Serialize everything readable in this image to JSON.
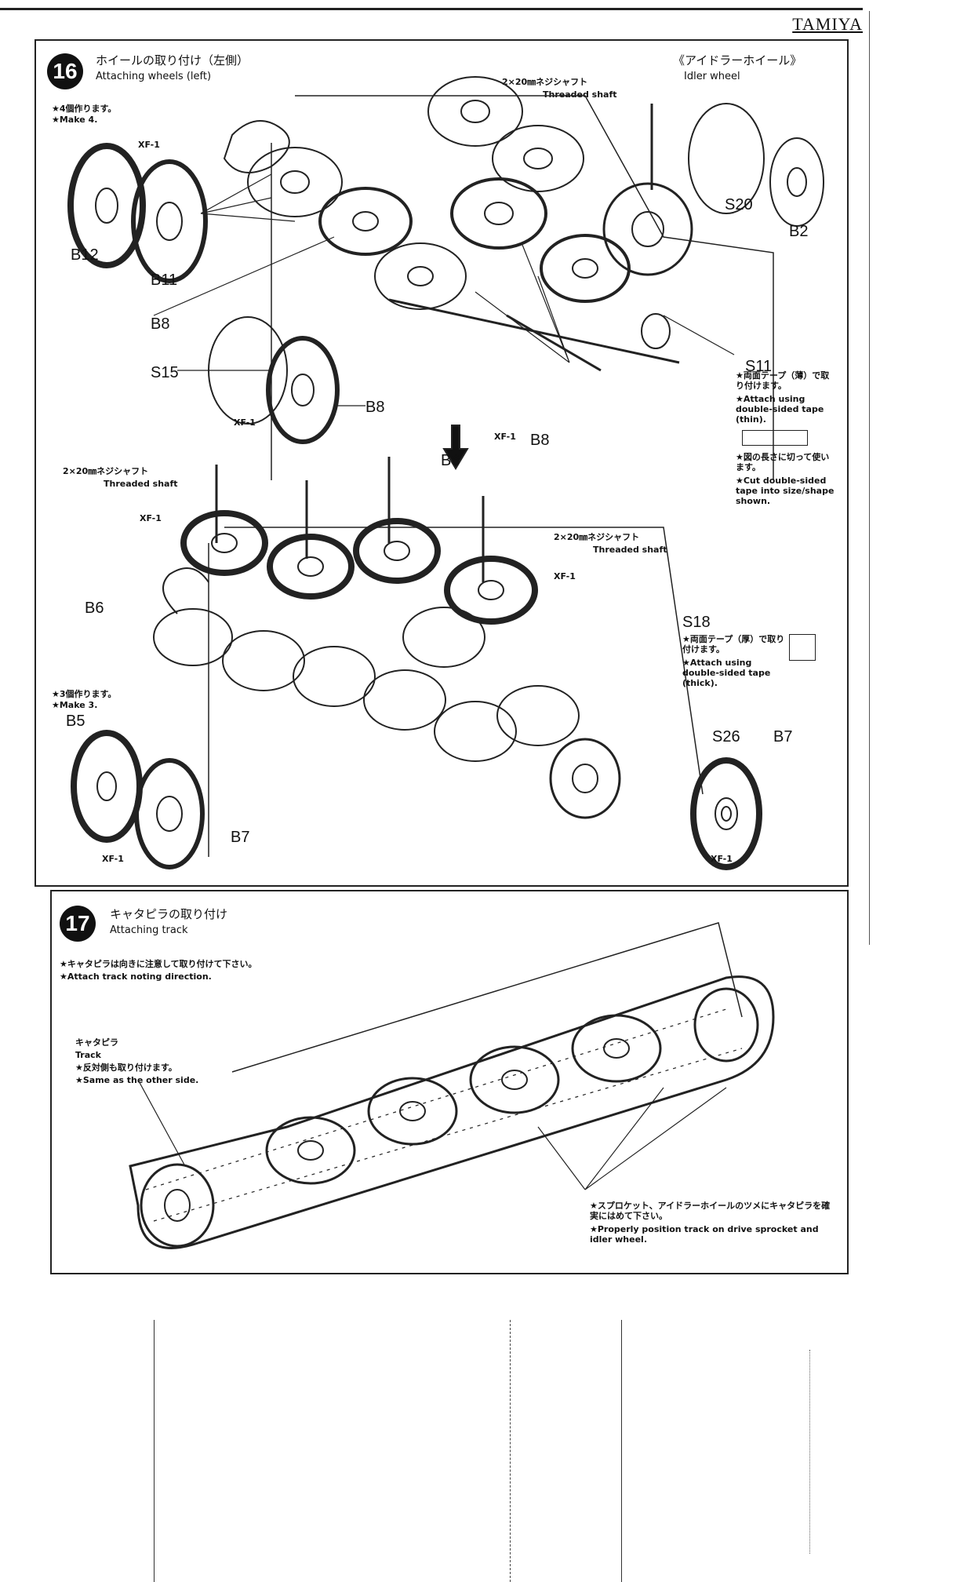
{
  "header": {
    "brand": "TAMIYA"
  },
  "step16": {
    "number": "16",
    "title_jp": "ホイールの取り付け（左側）",
    "title_en": "Attaching wheels (left)",
    "make4_jp": "★4個作ります。",
    "make4_en": "★Make 4.",
    "make3_jp": "★3個作ります。",
    "make3_en": "★Make 3.",
    "shaft_jp": "2×20㎜ネジシャフト",
    "shaft_en": "Threaded shaft",
    "idler_jp": "《アイドラーホイール》",
    "idler_en": "Idler wheel",
    "tape_thin_jp": "★両面テープ（薄）で取り付けます。",
    "tape_thin_en": "★Attach using double-sided tape (thin).",
    "cut_jp": "★図の長さに切って使います。",
    "cut_en": "★Cut double-sided tape into size/shape shown.",
    "tape_thick_jp": "★両面テープ（厚）で取り付けます。",
    "tape_thick_en": "★Attach using double-sided tape (thick).",
    "paint": "XF-1",
    "parts": {
      "b12": "B12",
      "b11": "B11",
      "b8": "B8",
      "s15": "S15",
      "s20": "S20",
      "b2": "B2",
      "s11": "S11",
      "b6": "B6",
      "s18": "S18",
      "s26": "S26",
      "b7": "B7",
      "b5": "B5"
    }
  },
  "step17": {
    "number": "17",
    "title_jp": "キャタピラの取り付け",
    "title_en": "Attaching track",
    "note_jp": "★キャタピラは向きに注意して取り付けて下さい。",
    "note_en": "★Attach track noting direction.",
    "track_jp": "キャタピラ",
    "track_en": "Track",
    "other_jp": "★反対側も取り付けます。",
    "other_en": "★Same as the other side.",
    "sprocket_jp": "★スプロケット、アイドラーホイールのツメにキャタピラを確実にはめて下さい。",
    "sprocket_en": "★Properly position track on drive sprocket and idler wheel."
  }
}
